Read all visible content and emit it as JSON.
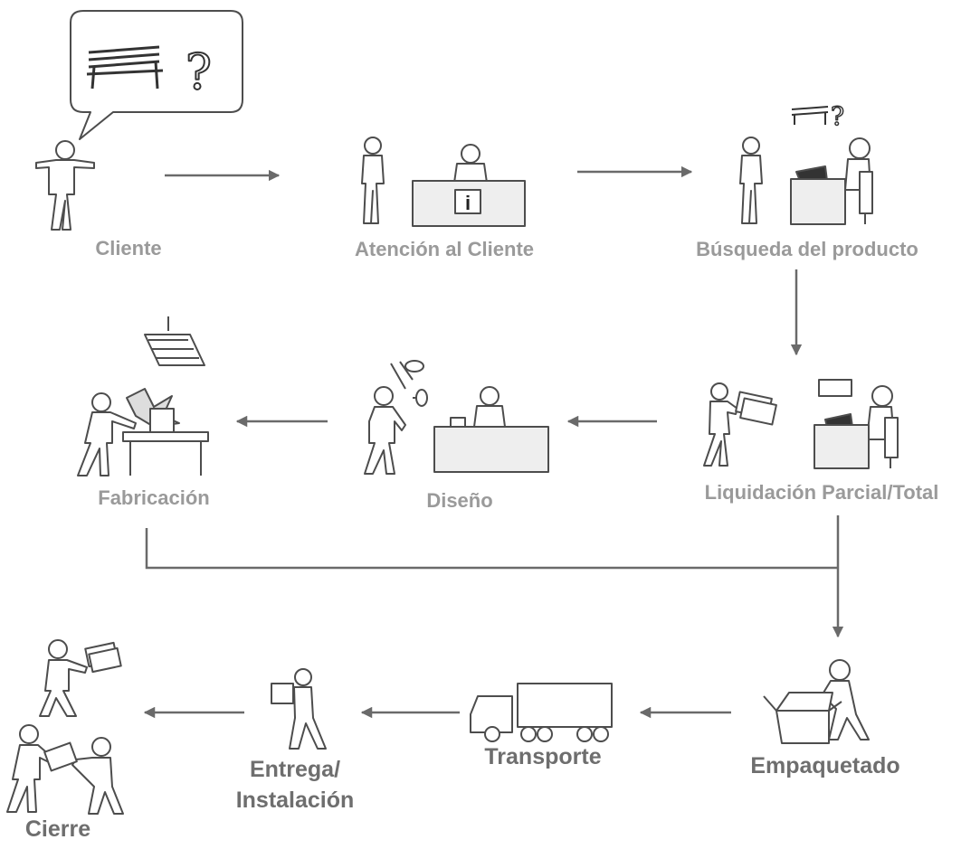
{
  "steps": {
    "cliente": "Cliente",
    "atencion": "Atención al Cliente",
    "busqueda": "Búsqueda del producto",
    "liquidacion": "Liquidación Parcial/Total",
    "diseno": "Diseño",
    "fabricacion": "Fabricación",
    "empaquetado": "Empaquetado",
    "transporte": "Transporte",
    "entrega_line1": "Entrega/",
    "entrega_line2": "Instalación",
    "cierre": "Cierre"
  },
  "colors": {
    "stroke": "#4d4d4d",
    "label_light": "#9a9a9a",
    "label_dark": "#6e6e6e",
    "arrow": "#6a6a6a",
    "desk_fill": "#eeeeee"
  }
}
